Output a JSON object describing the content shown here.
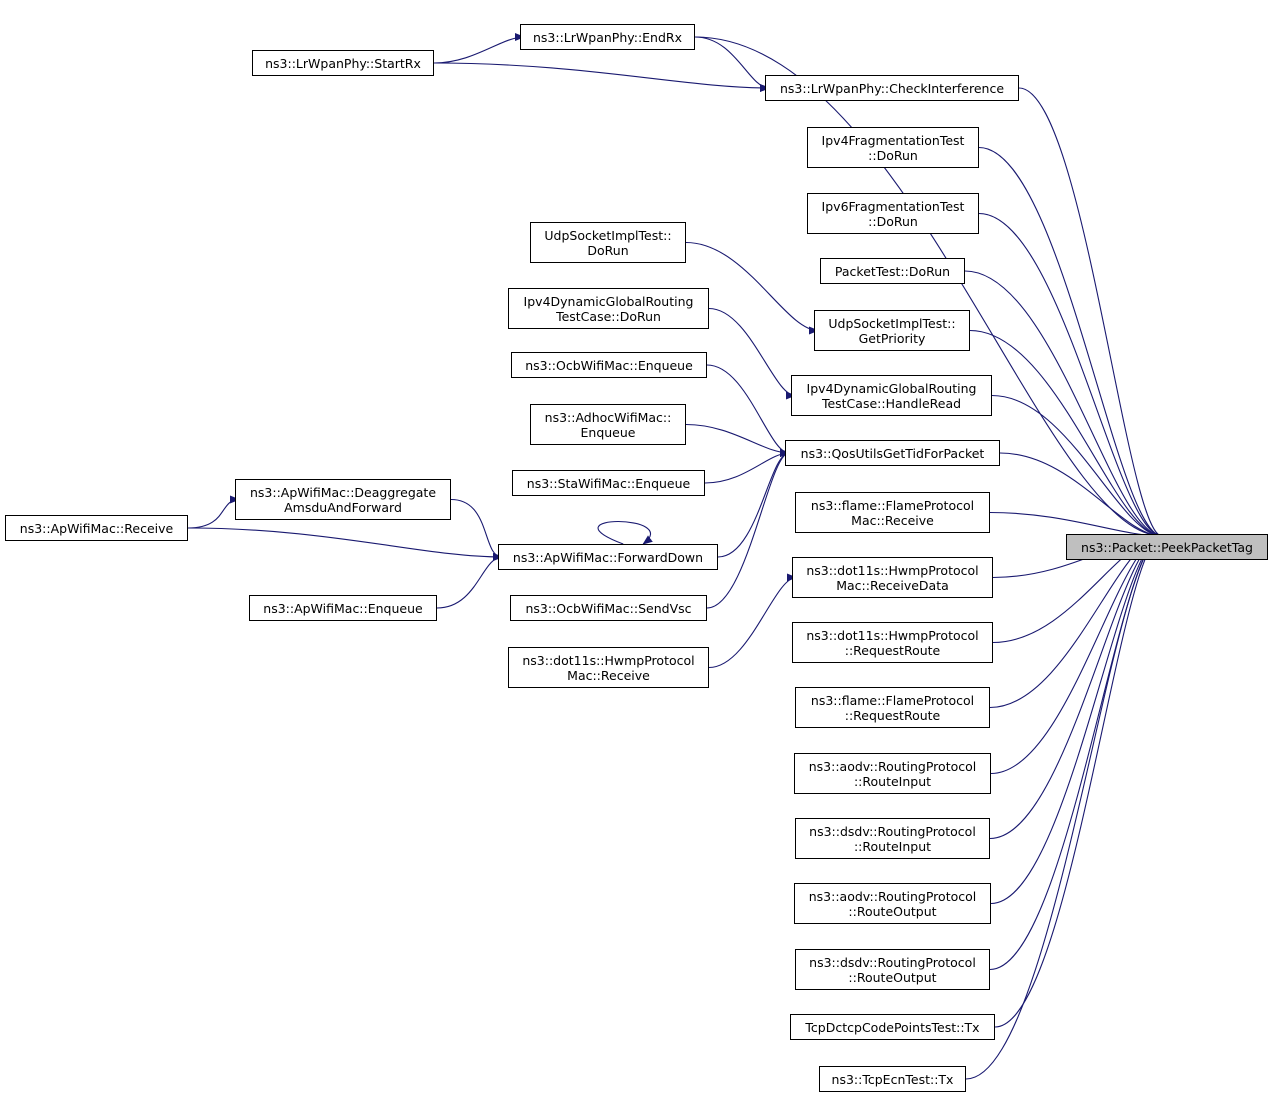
{
  "colors": {
    "edge": "#191970",
    "node_border": "#000000",
    "node_fill": "#ffffff",
    "root_fill": "#bfbfbf"
  },
  "nodes": {
    "root": {
      "lines": [
        "ns3::Packet::PeekPacketTag"
      ]
    },
    "lrw_endrx": {
      "lines": [
        "ns3::LrWpanPhy::EndRx"
      ]
    },
    "lrw_startrx": {
      "lines": [
        "ns3::LrWpanPhy::StartRx"
      ]
    },
    "lrw_checkint": {
      "lines": [
        "ns3::LrWpanPhy::CheckInterference"
      ]
    },
    "ipv4frag": {
      "lines": [
        "Ipv4FragmentationTest",
        "::DoRun"
      ]
    },
    "ipv6frag": {
      "lines": [
        "Ipv6FragmentationTest",
        "::DoRun"
      ]
    },
    "packettest": {
      "lines": [
        "PacketTest::DoRun"
      ]
    },
    "udp_dorun": {
      "lines": [
        "UdpSocketImplTest::",
        "DoRun"
      ]
    },
    "udp_getprio": {
      "lines": [
        "UdpSocketImplTest::",
        "GetPriority"
      ]
    },
    "ipv4dyn_dorun": {
      "lines": [
        "Ipv4DynamicGlobalRouting",
        "TestCase::DoRun"
      ]
    },
    "ipv4dyn_read": {
      "lines": [
        "Ipv4DynamicGlobalRouting",
        "TestCase::HandleRead"
      ]
    },
    "ocb_enqueue": {
      "lines": [
        "ns3::OcbWifiMac::Enqueue"
      ]
    },
    "adhoc_enqueue": {
      "lines": [
        "ns3::AdhocWifiMac::",
        "Enqueue"
      ]
    },
    "qos": {
      "lines": [
        "ns3::QosUtilsGetTidForPacket"
      ]
    },
    "sta_enqueue": {
      "lines": [
        "ns3::StaWifiMac::Enqueue"
      ]
    },
    "ap_deagg": {
      "lines": [
        "ns3::ApWifiMac::Deaggregate",
        "AmsduAndForward"
      ]
    },
    "ap_receive": {
      "lines": [
        "ns3::ApWifiMac::Receive"
      ]
    },
    "ap_fwd": {
      "lines": [
        "ns3::ApWifiMac::ForwardDown"
      ]
    },
    "ap_enqueue": {
      "lines": [
        "ns3::ApWifiMac::Enqueue"
      ]
    },
    "ocb_sendvsc": {
      "lines": [
        "ns3::OcbWifiMac::SendVsc"
      ]
    },
    "flame_recv": {
      "lines": [
        "ns3::flame::FlameProtocol",
        "Mac::Receive"
      ]
    },
    "hwmp_recvdata": {
      "lines": [
        "ns3::dot11s::HwmpProtocol",
        "Mac::ReceiveData"
      ]
    },
    "hwmp_recv": {
      "lines": [
        "ns3::dot11s::HwmpProtocol",
        "Mac::Receive"
      ]
    },
    "hwmp_reqroute": {
      "lines": [
        "ns3::dot11s::HwmpProtocol",
        "::RequestRoute"
      ]
    },
    "flame_reqroute": {
      "lines": [
        "ns3::flame::FlameProtocol",
        "::RequestRoute"
      ]
    },
    "aodv_rin": {
      "lines": [
        "ns3::aodv::RoutingProtocol",
        "::RouteInput"
      ]
    },
    "dsdv_rin": {
      "lines": [
        "ns3::dsdv::RoutingProtocol",
        "::RouteInput"
      ]
    },
    "aodv_rout": {
      "lines": [
        "ns3::aodv::RoutingProtocol",
        "::RouteOutput"
      ]
    },
    "dsdv_rout": {
      "lines": [
        "ns3::dsdv::RoutingProtocol",
        "::RouteOutput"
      ]
    },
    "tcpdctcp": {
      "lines": [
        "TcpDctcpCodePointsTest::Tx"
      ]
    },
    "tcpecn": {
      "lines": [
        "ns3::TcpEcnTest::Tx"
      ]
    }
  },
  "edges": [
    [
      "lrw_endrx",
      "root"
    ],
    [
      "lrw_checkint",
      "root"
    ],
    [
      "ipv4frag",
      "root"
    ],
    [
      "ipv6frag",
      "root"
    ],
    [
      "packettest",
      "root"
    ],
    [
      "udp_getprio",
      "root"
    ],
    [
      "ipv4dyn_read",
      "root"
    ],
    [
      "qos",
      "root"
    ],
    [
      "flame_recv",
      "root"
    ],
    [
      "hwmp_recvdata",
      "root"
    ],
    [
      "hwmp_reqroute",
      "root"
    ],
    [
      "flame_reqroute",
      "root"
    ],
    [
      "aodv_rin",
      "root"
    ],
    [
      "dsdv_rin",
      "root"
    ],
    [
      "aodv_rout",
      "root"
    ],
    [
      "dsdv_rout",
      "root"
    ],
    [
      "tcpdctcp",
      "root"
    ],
    [
      "tcpecn",
      "root"
    ],
    [
      "lrw_startrx",
      "lrw_endrx"
    ],
    [
      "lrw_startrx",
      "lrw_checkint"
    ],
    [
      "lrw_endrx",
      "lrw_checkint"
    ],
    [
      "udp_dorun",
      "udp_getprio"
    ],
    [
      "ipv4dyn_dorun",
      "ipv4dyn_read"
    ],
    [
      "ocb_enqueue",
      "qos"
    ],
    [
      "adhoc_enqueue",
      "qos"
    ],
    [
      "sta_enqueue",
      "qos"
    ],
    [
      "ap_fwd",
      "qos"
    ],
    [
      "ocb_sendvsc",
      "qos"
    ],
    [
      "ap_deagg",
      "ap_fwd"
    ],
    [
      "ap_receive",
      "ap_fwd"
    ],
    [
      "ap_enqueue",
      "ap_fwd"
    ],
    [
      "ap_fwd",
      "ap_fwd"
    ],
    [
      "ap_receive",
      "ap_deagg"
    ],
    [
      "hwmp_recv",
      "hwmp_recvdata"
    ]
  ]
}
